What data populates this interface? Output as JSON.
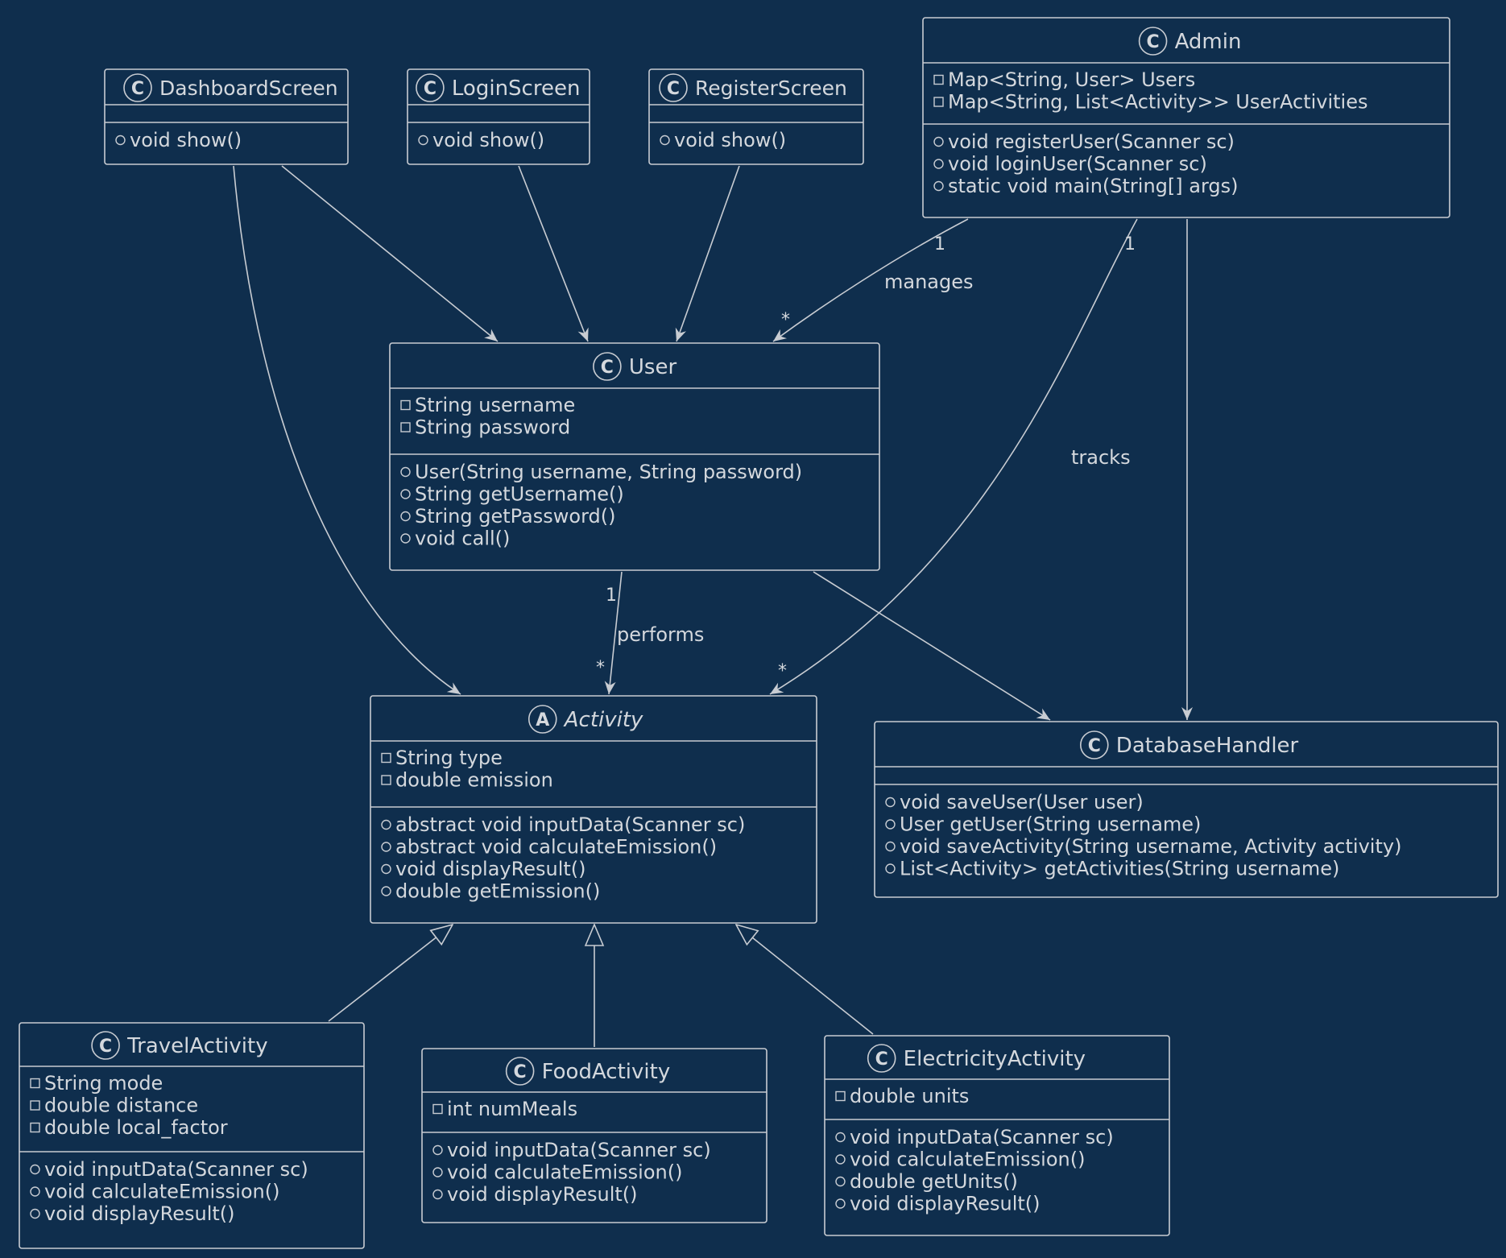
{
  "colors": {
    "background": "#0f2e4d",
    "line": "#c8ccd2",
    "text": "#d4d8dd"
  },
  "classes": [
    {
      "id": "DashboardScreen",
      "name": "DashboardScreen",
      "kind": "class",
      "stereotype_icon": "C",
      "attributes": [],
      "methods": [
        {
          "vis": "public",
          "text": "void show()"
        }
      ]
    },
    {
      "id": "LoginScreen",
      "name": "LoginScreen",
      "kind": "class",
      "stereotype_icon": "C",
      "attributes": [],
      "methods": [
        {
          "vis": "public",
          "text": "void show()"
        }
      ]
    },
    {
      "id": "RegisterScreen",
      "name": "RegisterScreen",
      "kind": "class",
      "stereotype_icon": "C",
      "attributes": [],
      "methods": [
        {
          "vis": "public",
          "text": "void show()"
        }
      ]
    },
    {
      "id": "Admin",
      "name": "Admin",
      "kind": "class",
      "stereotype_icon": "C",
      "attributes": [
        {
          "vis": "private",
          "text": "Map<String, User> Users"
        },
        {
          "vis": "private",
          "text": "Map<String, List<Activity>> UserActivities"
        }
      ],
      "methods": [
        {
          "vis": "public",
          "text": "void registerUser(Scanner sc)"
        },
        {
          "vis": "public",
          "text": "void loginUser(Scanner sc)"
        },
        {
          "vis": "public",
          "text": "static void main(String[] args)"
        }
      ]
    },
    {
      "id": "User",
      "name": "User",
      "kind": "class",
      "stereotype_icon": "C",
      "attributes": [
        {
          "vis": "private",
          "text": "String username"
        },
        {
          "vis": "private",
          "text": "String password"
        }
      ],
      "methods": [
        {
          "vis": "public",
          "text": "User(String username, String password)"
        },
        {
          "vis": "public",
          "text": "String getUsername()"
        },
        {
          "vis": "public",
          "text": "String getPassword()"
        },
        {
          "vis": "public",
          "text": "void call()"
        }
      ]
    },
    {
      "id": "Activity",
      "name": "Activity",
      "kind": "abstract",
      "stereotype_icon": "A",
      "attributes": [
        {
          "vis": "private",
          "text": "String type"
        },
        {
          "vis": "private",
          "text": "double emission"
        }
      ],
      "methods": [
        {
          "vis": "public",
          "text": "abstract void inputData(Scanner sc)"
        },
        {
          "vis": "public",
          "text": "abstract void calculateEmission()"
        },
        {
          "vis": "public",
          "text": "void displayResult()"
        },
        {
          "vis": "public",
          "text": "double getEmission()"
        }
      ]
    },
    {
      "id": "DatabaseHandler",
      "name": "DatabaseHandler",
      "kind": "class",
      "stereotype_icon": "C",
      "attributes": [],
      "methods": [
        {
          "vis": "public",
          "text": "void saveUser(User user)"
        },
        {
          "vis": "public",
          "text": "User getUser(String username)"
        },
        {
          "vis": "public",
          "text": "void saveActivity(String username, Activity activity)"
        },
        {
          "vis": "public",
          "text": "List<Activity> getActivities(String username)"
        }
      ]
    },
    {
      "id": "TravelActivity",
      "name": "TravelActivity",
      "kind": "class",
      "stereotype_icon": "C",
      "attributes": [
        {
          "vis": "private",
          "text": "String mode"
        },
        {
          "vis": "private",
          "text": "double distance"
        },
        {
          "vis": "private",
          "text": "double local_factor"
        }
      ],
      "methods": [
        {
          "vis": "public",
          "text": "void inputData(Scanner sc)"
        },
        {
          "vis": "public",
          "text": "void calculateEmission()"
        },
        {
          "vis": "public",
          "text": "void displayResult()"
        }
      ]
    },
    {
      "id": "FoodActivity",
      "name": "FoodActivity",
      "kind": "class",
      "stereotype_icon": "C",
      "attributes": [
        {
          "vis": "private",
          "text": "int numMeals"
        }
      ],
      "methods": [
        {
          "vis": "public",
          "text": "void inputData(Scanner sc)"
        },
        {
          "vis": "public",
          "text": "void calculateEmission()"
        },
        {
          "vis": "public",
          "text": "void displayResult()"
        }
      ]
    },
    {
      "id": "ElectricityActivity",
      "name": "ElectricityActivity",
      "kind": "class",
      "stereotype_icon": "C",
      "attributes": [
        {
          "vis": "private",
          "text": "double units"
        }
      ],
      "methods": [
        {
          "vis": "public",
          "text": "void inputData(Scanner sc)"
        },
        {
          "vis": "public",
          "text": "void calculateEmission()"
        },
        {
          "vis": "public",
          "text": "double getUnits()"
        },
        {
          "vis": "public",
          "text": "void displayResult()"
        }
      ]
    }
  ],
  "relations": [
    {
      "id": "dashboard-user",
      "from": "DashboardScreen",
      "to": "User",
      "type": "association",
      "label": "",
      "from_mult": "",
      "to_mult": ""
    },
    {
      "id": "dashboard-activity",
      "from": "DashboardScreen",
      "to": "Activity",
      "type": "association",
      "label": "",
      "from_mult": "",
      "to_mult": ""
    },
    {
      "id": "login-user",
      "from": "LoginScreen",
      "to": "User",
      "type": "association",
      "label": "",
      "from_mult": "",
      "to_mult": ""
    },
    {
      "id": "register-user",
      "from": "RegisterScreen",
      "to": "User",
      "type": "association",
      "label": "",
      "from_mult": "",
      "to_mult": ""
    },
    {
      "id": "admin-user",
      "from": "Admin",
      "to": "User",
      "type": "association",
      "label": "manages",
      "from_mult": "1",
      "to_mult": "*"
    },
    {
      "id": "admin-activity",
      "from": "Admin",
      "to": "Activity",
      "type": "association",
      "label": "tracks",
      "from_mult": "1",
      "to_mult": "*"
    },
    {
      "id": "admin-database",
      "from": "Admin",
      "to": "DatabaseHandler",
      "type": "association",
      "label": "",
      "from_mult": "",
      "to_mult": ""
    },
    {
      "id": "user-activity",
      "from": "User",
      "to": "Activity",
      "type": "association",
      "label": "performs",
      "from_mult": "1",
      "to_mult": "*"
    },
    {
      "id": "user-database",
      "from": "User",
      "to": "DatabaseHandler",
      "type": "association",
      "label": "",
      "from_mult": "",
      "to_mult": ""
    },
    {
      "id": "travel-inherits",
      "from": "TravelActivity",
      "to": "Activity",
      "type": "inheritance",
      "label": "",
      "from_mult": "",
      "to_mult": ""
    },
    {
      "id": "food-inherits",
      "from": "FoodActivity",
      "to": "Activity",
      "type": "inheritance",
      "label": "",
      "from_mult": "",
      "to_mult": ""
    },
    {
      "id": "electricity-inherits",
      "from": "ElectricityActivity",
      "to": "Activity",
      "type": "inheritance",
      "label": "",
      "from_mult": "",
      "to_mult": ""
    }
  ]
}
